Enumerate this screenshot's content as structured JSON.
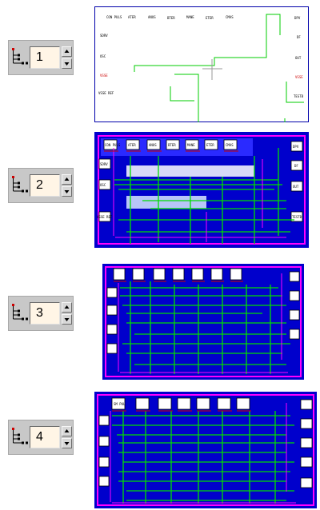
{
  "rows": [
    {
      "value": "1",
      "pads_top": [
        "CON PULS",
        "ATER",
        "ANUS",
        "BTER",
        "MANE",
        "ETER",
        "CMAS"
      ],
      "pads_left": [
        "SDRV",
        "OSC",
        "VSSE",
        "VSSE REF"
      ],
      "pads_right": [
        "DPV",
        "DF",
        "OUT",
        "VSSE",
        "TESTB"
      ]
    },
    {
      "value": "2",
      "pads_top": [
        "CON PULS",
        "ATER",
        "ANUS",
        "BTER",
        "MANE",
        "ETER",
        "CMAS"
      ],
      "pads_left": [
        "SDRV",
        "OSC",
        "VSSE REF"
      ],
      "pads_right": [
        "DPV",
        "DF",
        "OUT",
        "TESTB"
      ]
    },
    {
      "value": "3"
    },
    {
      "value": "4",
      "pads_top": [
        "SM PUL"
      ]
    }
  ]
}
